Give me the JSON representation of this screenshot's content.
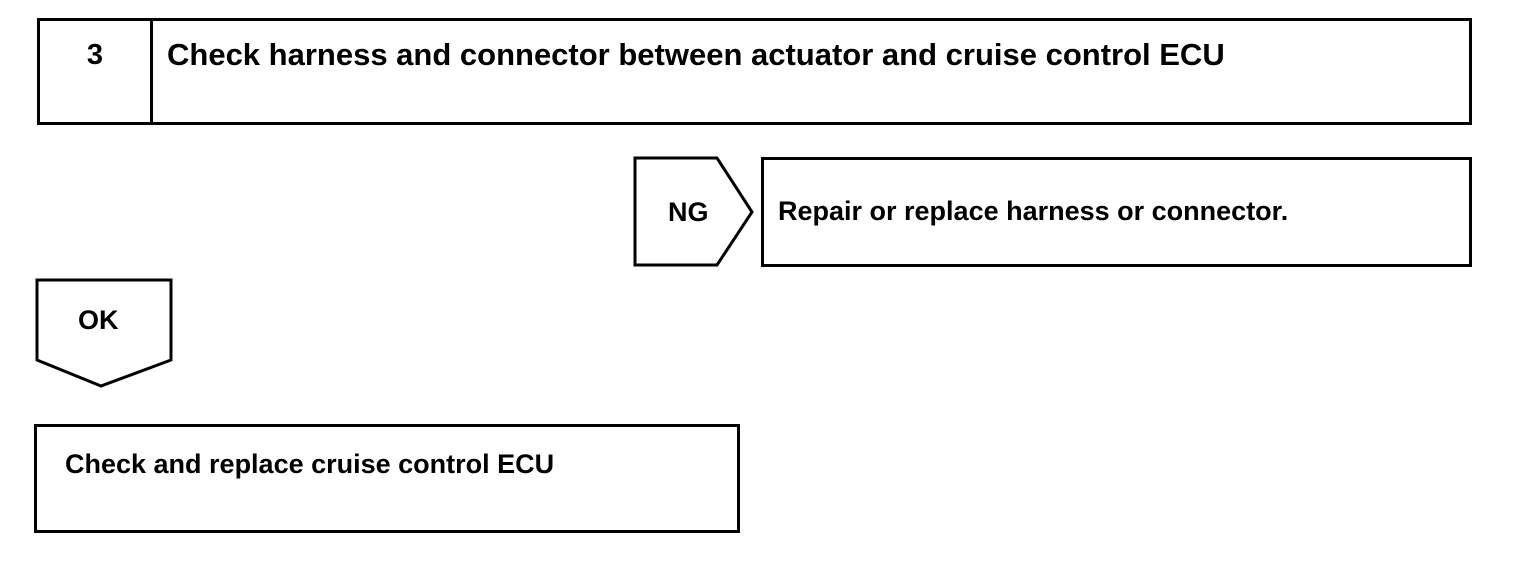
{
  "step": {
    "number": "3",
    "title": "Check harness and connector between actuator and cruise control ECU"
  },
  "ng_branch": {
    "label": "NG",
    "action": "Repair or replace harness or connector."
  },
  "ok_branch": {
    "label": "OK",
    "action": "Check and replace cruise control ECU"
  }
}
